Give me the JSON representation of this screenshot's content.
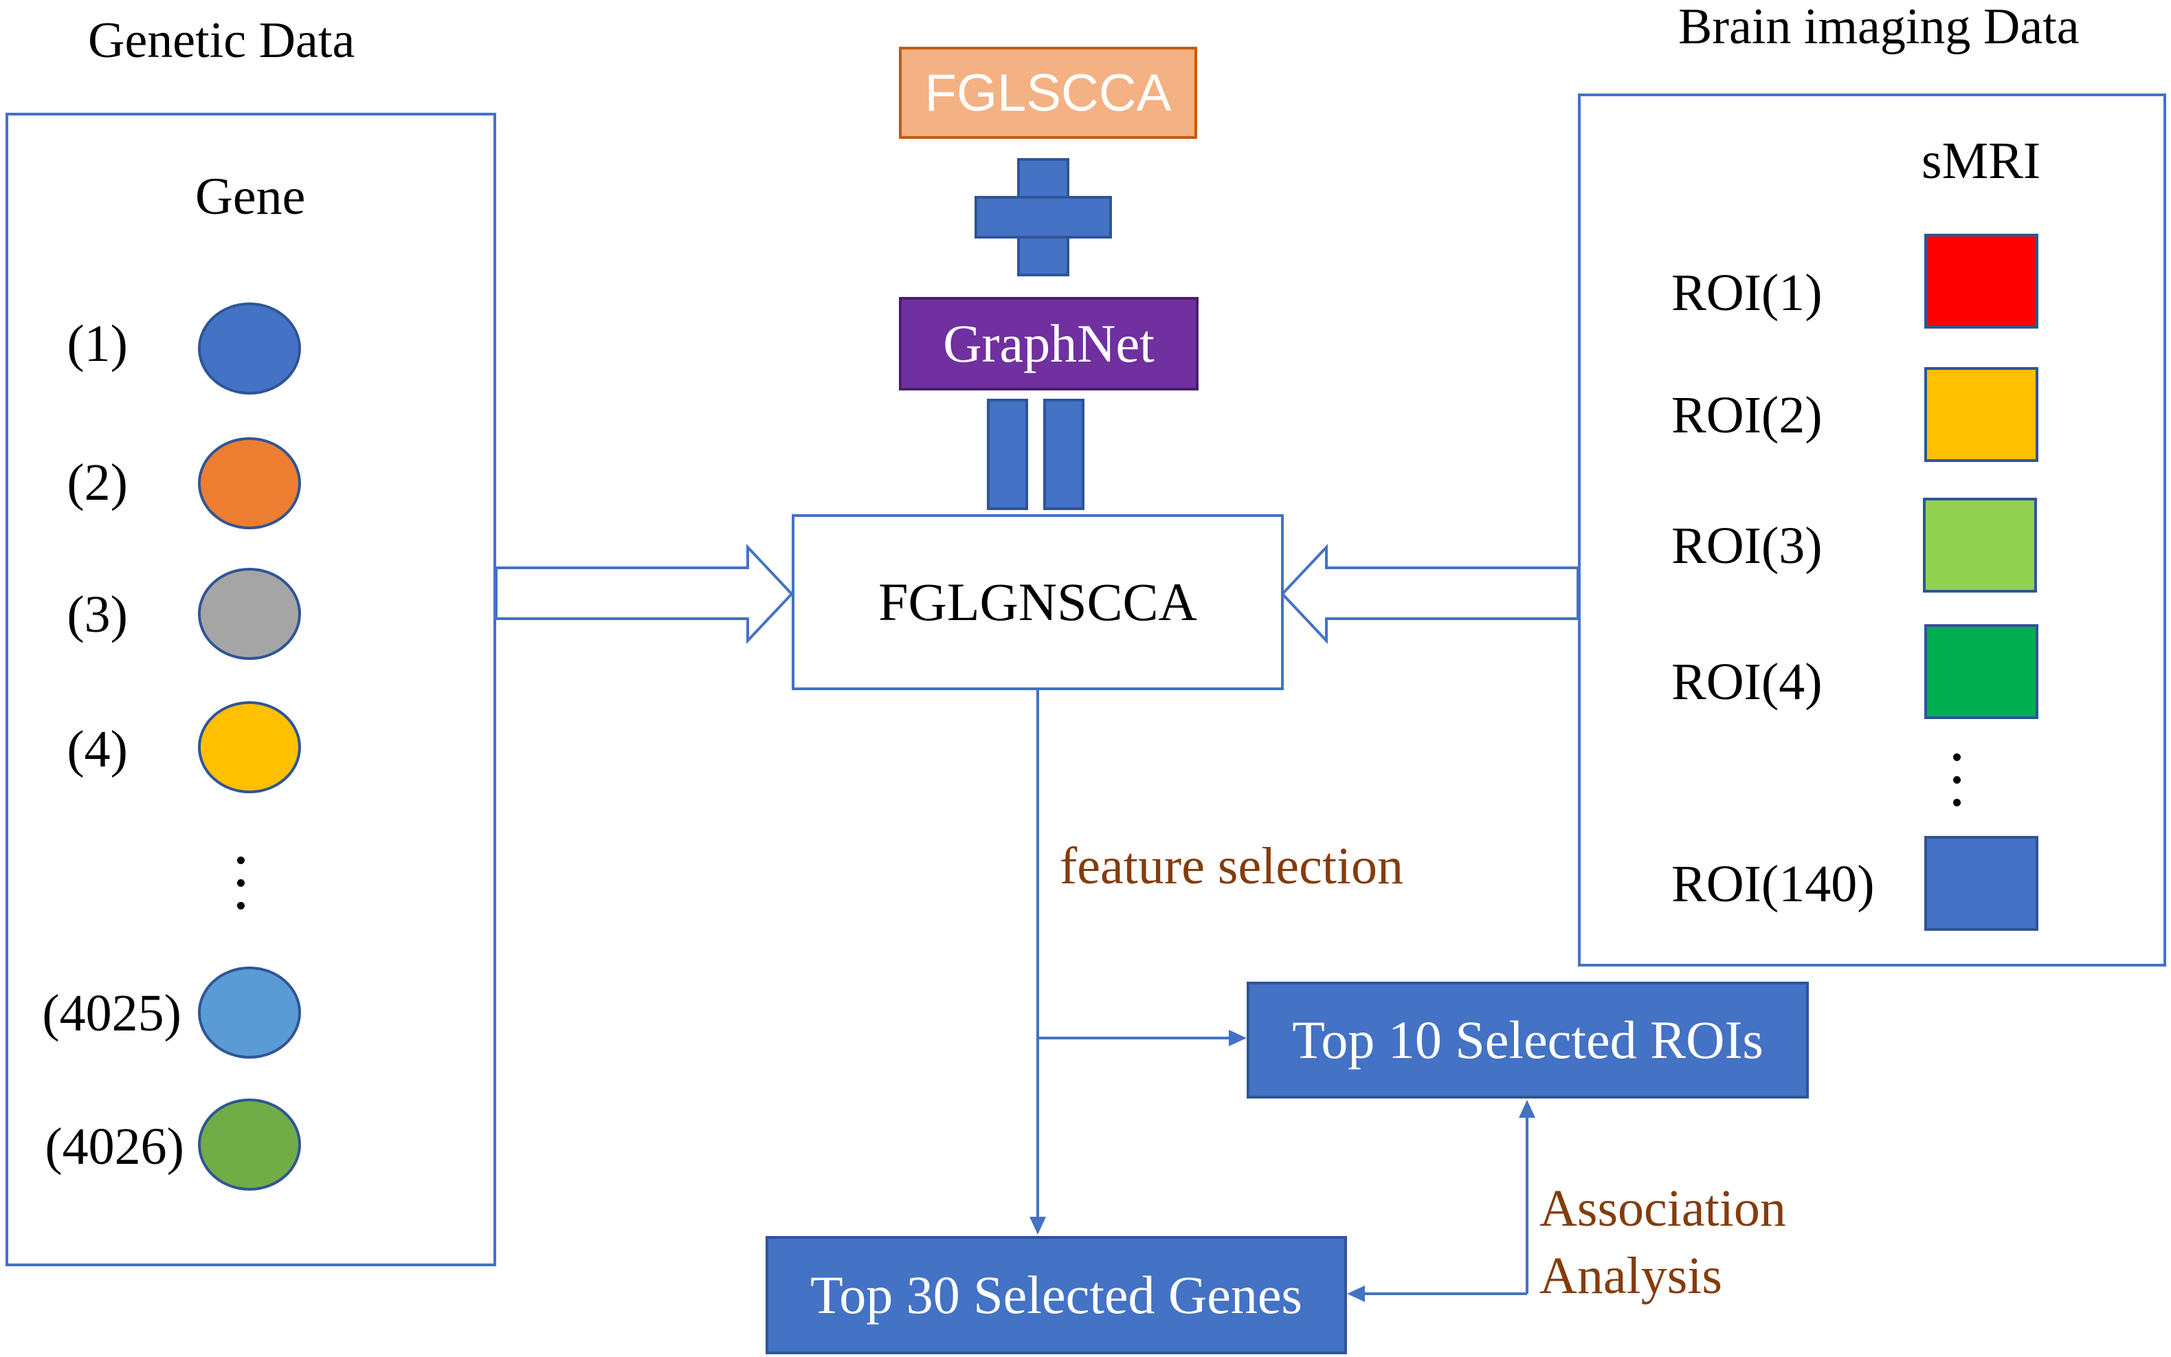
{
  "genetic": {
    "section_title": "Genetic Data",
    "panel_title": "Gene",
    "items": [
      {
        "label": "(1)",
        "color": "#4472c4"
      },
      {
        "label": "(2)",
        "color": "#ed7d31"
      },
      {
        "label": "(3)",
        "color": "#a5a5a5"
      },
      {
        "label": "(4)",
        "color": "#ffc000"
      },
      {
        "label": "(4025)",
        "color": "#5b9bd5"
      },
      {
        "label": "(4026)",
        "color": "#70ad47"
      }
    ]
  },
  "imaging": {
    "section_title": "Brain imaging Data",
    "panel_title": "sMRI",
    "items": [
      {
        "label": "ROI(1)",
        "color": "#ff0000"
      },
      {
        "label": "ROI(2)",
        "color": "#ffc000"
      },
      {
        "label": "ROI(3)",
        "color": "#92d050"
      },
      {
        "label": "ROI(4)",
        "color": "#00b050"
      },
      {
        "label": "ROI(140)",
        "color": "#4472c4"
      }
    ]
  },
  "method": {
    "component_a": "FGLSCCA",
    "component_b": "GraphNet",
    "combined": "FGLGNSCCA"
  },
  "flow": {
    "feature_selection": "feature selection",
    "association_line1": "Association",
    "association_line2": "Analysis"
  },
  "results": {
    "rois": "Top 10 Selected ROIs",
    "genes": "Top 30 Selected Genes"
  }
}
